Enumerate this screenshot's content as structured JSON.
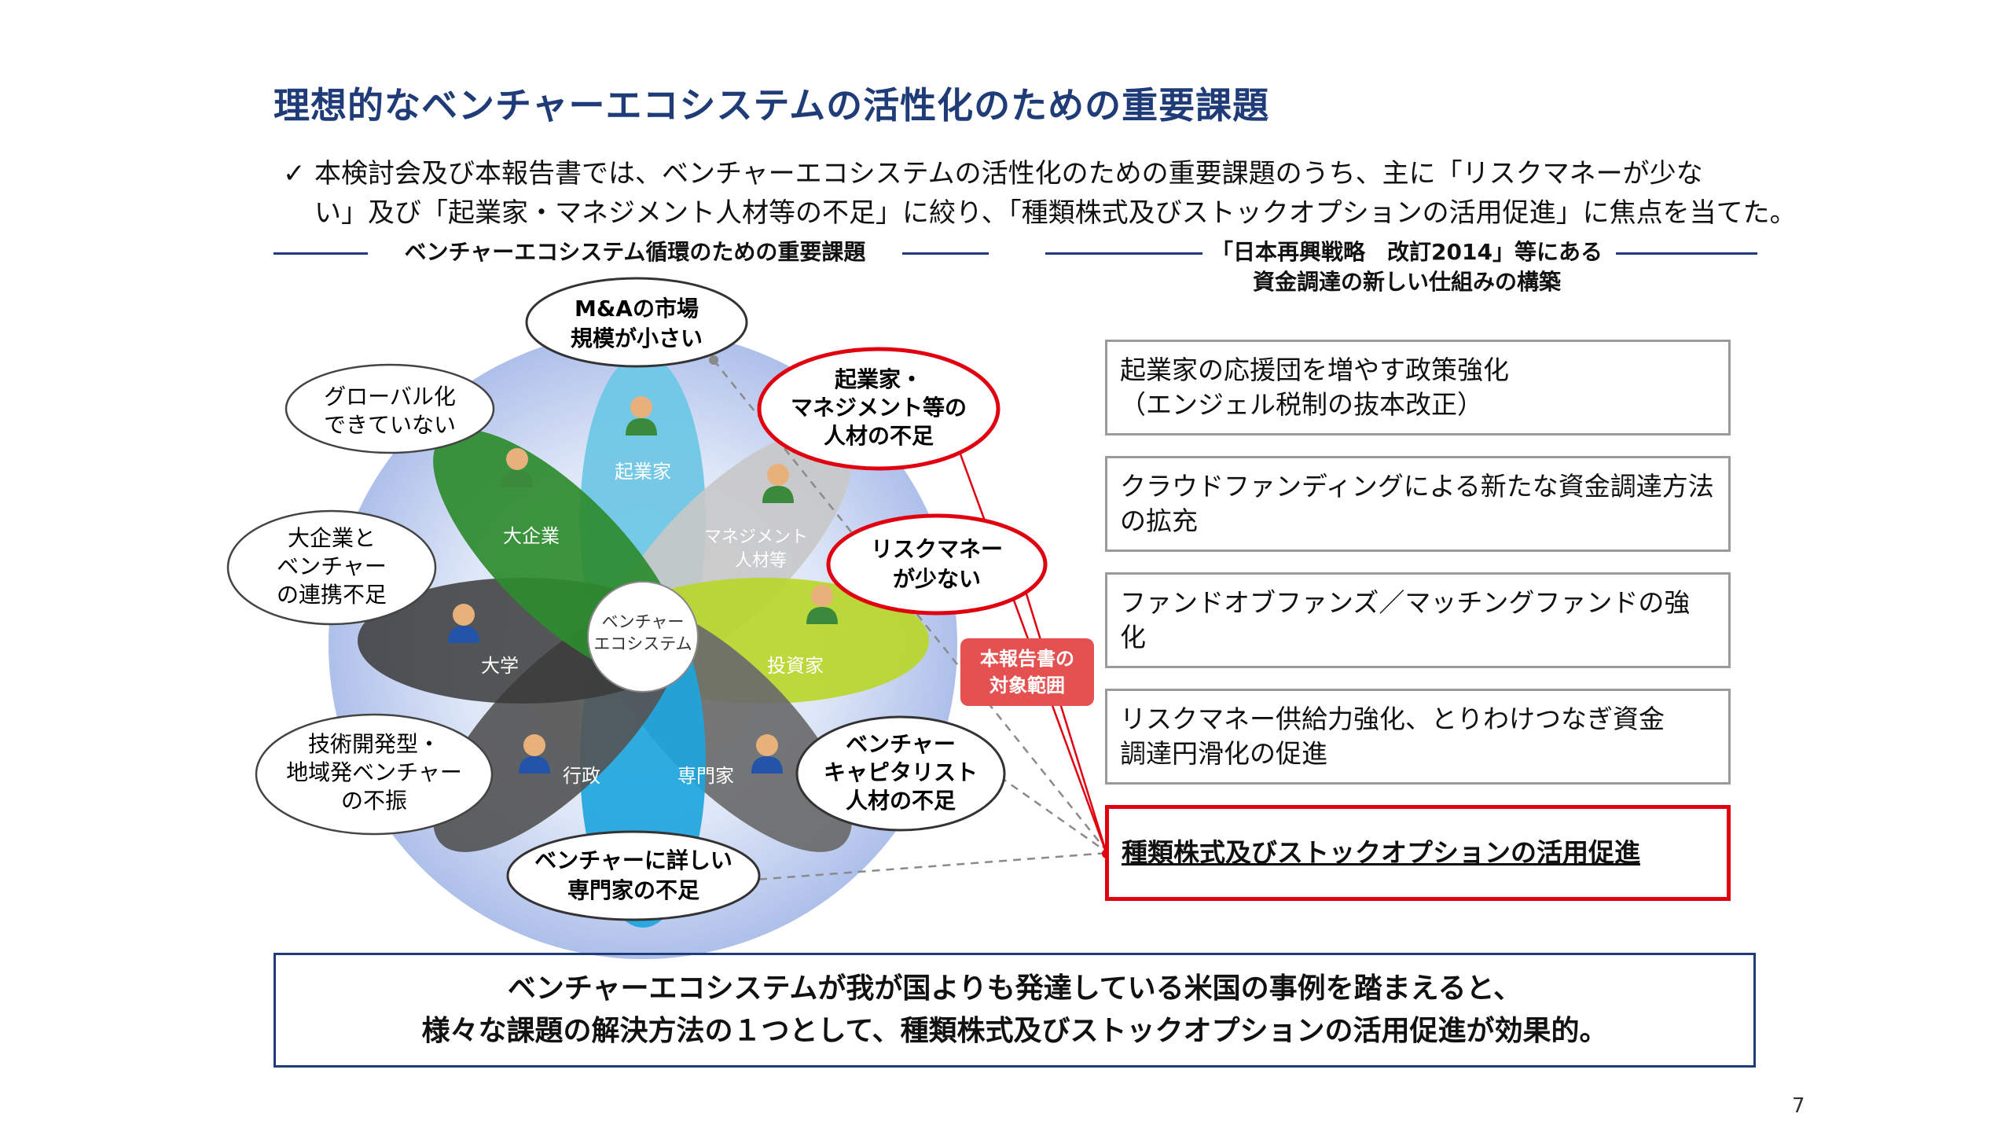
{
  "title": "理想的なベンチャーエコシステムの活性化のための重要課題",
  "intro": {
    "check": "✓",
    "line1": "本検討会及び本報告書では、ベンチャーエコシステムの活性化のための重要課題のうち、主に「リスクマネーが少な",
    "line2": "い」及び「起業家・マネジメント人材等の不足」に絞り、「種類株式及びストックオプションの活用促進」に焦点を当てた。"
  },
  "left_section": {
    "heading": "ベンチャーエコシステム循環のための重要課題"
  },
  "right_section": {
    "heading_line1": "「日本再興戦略　改訂2014」等にある",
    "heading_line2": "資金調達の新しい仕組みの構築"
  },
  "diagram": {
    "center_line1": "ベンチャー",
    "center_line2": "エコシステム",
    "petals": {
      "kigyoka": "起業家",
      "management_line1": "マネジメント",
      "management_line2": "人材等",
      "toshika": "投資家",
      "senmonka": "専門家",
      "gyosei": "行政",
      "daigaku": "大学",
      "daikigyo": "大企業"
    },
    "clouds": {
      "ma_line1": "M&Aの市場",
      "ma_line2": "規模が小さい",
      "global_line1": "グローバル化",
      "global_line2": "できていない",
      "daikigyo_line1": "大企業と",
      "daikigyo_line2": "ベンチャー",
      "daikigyo_line3": "の連携不足",
      "gijutsu_line1": "技術開発型・",
      "gijutsu_line2": "地域発ベンチャー",
      "gijutsu_line3": "の不振",
      "kigyoka_line1": "起業家・",
      "kigyoka_line2": "マネジメント等の",
      "kigyoka_line3": "人材の不足",
      "risk_line1": "リスクマネー",
      "risk_line2": "が少ない",
      "vc_line1": "ベンチャー",
      "vc_line2": "キャピタリスト",
      "vc_line3": "人材の不足",
      "expert_line1": "ベンチャーに詳しい",
      "expert_line2": "専門家の不足"
    },
    "scope_label_line1": "本報告書の",
    "scope_label_line2": "対象範囲"
  },
  "measures": [
    {
      "line1": "起業家の応援団を増やす政策強化",
      "line2": "（エンジェル税制の抜本改正）"
    },
    {
      "line1": "クラウドファンディングによる新たな資金調達方法",
      "line2": "の拡充"
    },
    {
      "line1": "ファンドオブファンズ／マッチングファンドの強化",
      "line2": ""
    },
    {
      "line1": "リスクマネー供給力強化、とりわけつなぎ資金",
      "line2": "調達円滑化の促進"
    },
    {
      "line1": "種類株式及びストックオプションの活用促進",
      "line2": ""
    }
  ],
  "conclusion": {
    "line1": "ベンチャーエコシステムが我が国よりも発達している米国の事例を踏まえると、",
    "line2": "様々な課題の解決方法の１つとして、種類株式及びストックオプションの活用促進が効果的。"
  },
  "page_number": "7",
  "colors": {
    "title": "#1f3c78",
    "highlight": "#e00010",
    "petal_green": "#2e8b2e",
    "petal_lightblue": "#6fc7e6",
    "petal_gray": "#c8c8c8",
    "petal_lime": "#b8d62a",
    "petal_darkgray": "#6a6a6a",
    "petal_blue": "#1ea5dd",
    "petal_charcoal": "#555555"
  }
}
